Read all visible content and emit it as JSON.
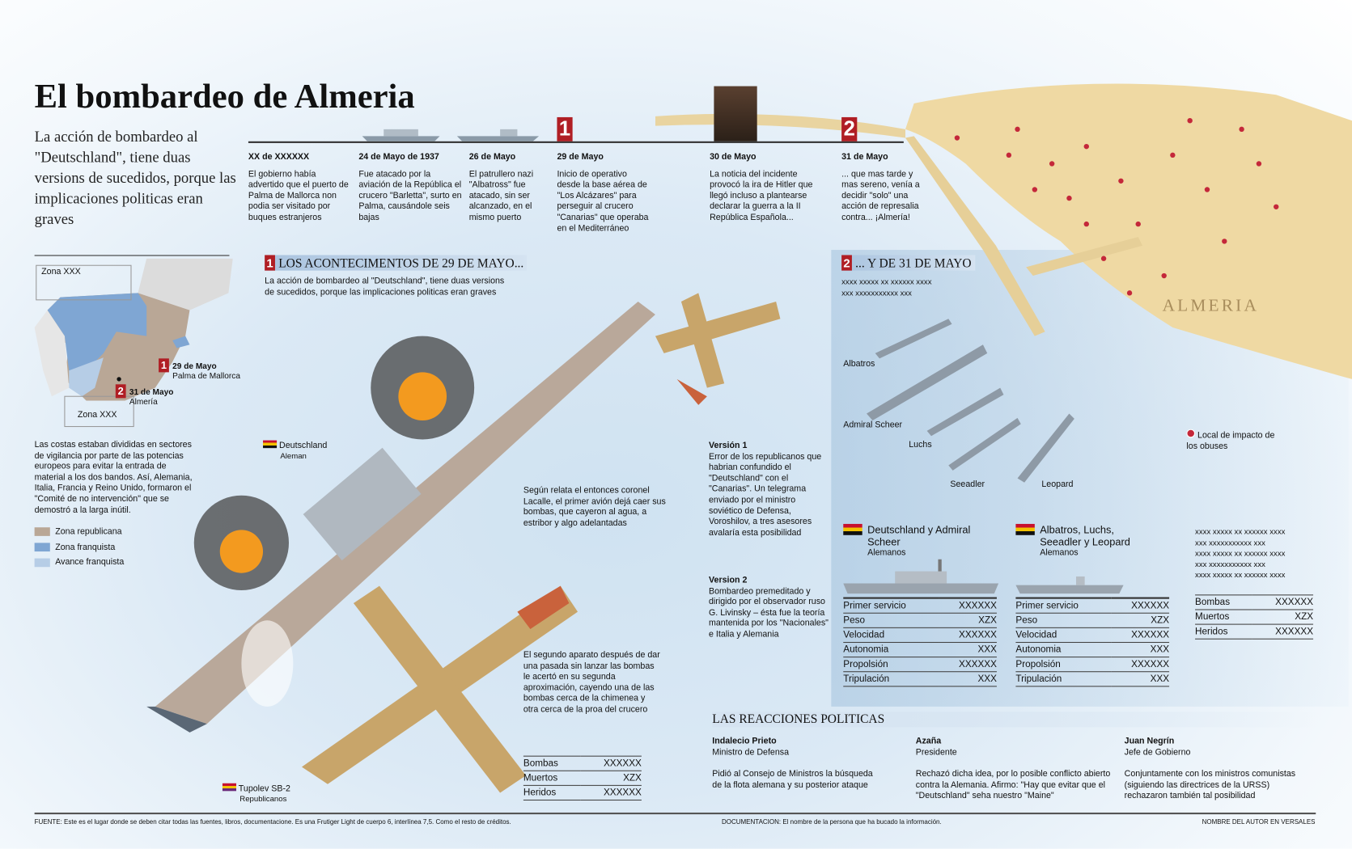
{
  "title": "El bombardeo de Almeria",
  "lead": "La acción de bombardeo al \"Deutschland\", tiene duas versions de sucedidos, porque las implicaciones politicas eran graves",
  "timeline": [
    {
      "date": "XX de XXXXXX",
      "text": "El gobierno había advertido que el puerto de Palma de Mallorca non podia ser visitado por buques estranjeros"
    },
    {
      "date": "24 de Mayo de 1937",
      "text": "Fue atacado por la aviación de la República el crucero \"Barletta\", surto en Palma, causándole seis bajas"
    },
    {
      "date": "26 de Mayo",
      "text": "El patrullero nazi \"Albatross\" fue atacado, sin ser alcanzado, en el mismo puerto"
    },
    {
      "date": "29 de Mayo",
      "marker": "1",
      "text": "Inicio de operativo desde la base aérea de \"Los Alcázares\" para perseguir al crucero \"Canarias\" que operaba en el Mediterráneo"
    },
    {
      "date": "30 de Mayo",
      "text": "La noticia del incidente provocó la ira de Hitler que llegó incluso a plantearse declarar la guerra a la II República Española..."
    },
    {
      "date": "31 de Mayo",
      "marker": "2",
      "text": "... que mas tarde y mas sereno, venía a decidir \"solo\" una acción de represalia contra... ¡Almería!"
    }
  ],
  "map": {
    "zone_top": "Zona XXX",
    "zone_bottom": "Zona XXX",
    "m1": {
      "num": "1",
      "date": "29 de Mayo",
      "place": "Palma de Mallorca"
    },
    "m2": {
      "num": "2",
      "date": "31 de Mayo",
      "place": "Almería"
    },
    "text": "Las costas estaban divididas en sectores de vigilancia por parte de las potencias europeos para evitar la entrada de material a los dos bandos. Así, Alemania, Italia, Francia y Reino Unido, formaron el \"Comité de no intervención\" que se demostró a la larga inútil.",
    "legend": [
      {
        "label": "Zona republicana",
        "color": "#b9a796"
      },
      {
        "label": "Zona franquista",
        "color": "#7fa6d3"
      },
      {
        "label": "Avance franquista",
        "color": "#b6cde6"
      }
    ]
  },
  "section1": {
    "num": "1",
    "title": "LOS ACONTECIMENTOS DE 29 DE MAYO...",
    "text": "La acción de bombardeo al \"Deutschland\", tiene duas versions de sucedidos, porque las implicaciones politicas eran graves"
  },
  "section2": {
    "num": "2",
    "title": "... Y DE 31 DE MAYO",
    "text": "xxxx xxxxx xx xxxxxx xxxx xxx xxxxxxxxxxx xxx"
  },
  "labels": {
    "deutschland": "Deutschland",
    "aleman": "Aleman",
    "tupolev": "Tupolev SB-2",
    "republicanos": "Republicanos",
    "albatros": "Albatros",
    "admiral": "Admiral Scheer",
    "luchs": "Luchs",
    "seeadler": "Seeadler",
    "leopard": "Leopard",
    "almeria": "ALMERIA",
    "impact": "Local de impacto de los obuses"
  },
  "narr1": "Según relata el entonces coronel Lacalle, el primer avión dejá caer sus bombas, que cayeron al agua, a estribor y algo adelantadas",
  "narr2": "El segundo aparato después de dar una pasada sin lanzar las bombas le acertó en su segunda aproximación, cayendo una de las bombas cerca de la chimenea y otra cerca de la proa del crucero",
  "v1": {
    "title": "Versión 1",
    "text": "Error de los republicanos que habrian confundido el \"Deutschland\" con el \"Canarias\". Un telegrama enviado por el ministro soviético de Defensa, Voroshilov, a tres asesores avalaría esta posibilidad"
  },
  "v2": {
    "title": "Version 2",
    "text": "Bombardeo premeditado y dirigido por el observador ruso G. Livinsky – ésta fue la teoría mantenida por los \"Nacionales\" e Italia y Alemania"
  },
  "casualties1": [
    {
      "k": "Bombas",
      "v": "XXXXXX"
    },
    {
      "k": "Muertos",
      "v": "XZX"
    },
    {
      "k": "Heridos",
      "v": "XXXXXX"
    }
  ],
  "ships1": {
    "name": "Deutschland y Admiral Scheer",
    "nat": "Alemanos",
    "rows": [
      {
        "k": "Primer servicio",
        "v": "XXXXXX"
      },
      {
        "k": "Peso",
        "v": "XZX"
      },
      {
        "k": "Velocidad",
        "v": "XXXXXX"
      },
      {
        "k": "Autonomia",
        "v": "XXX"
      },
      {
        "k": "Propolsión",
        "v": "XXXXXX"
      },
      {
        "k": "Tripulación",
        "v": "XXX"
      }
    ]
  },
  "ships2": {
    "name": "Albatros, Luchs, Seeadler y Leopard",
    "nat": "Alemanos",
    "rows": [
      {
        "k": "Primer servicio",
        "v": "XXXXXX"
      },
      {
        "k": "Peso",
        "v": "XZX"
      },
      {
        "k": "Velocidad",
        "v": "XXXXXX"
      },
      {
        "k": "Autonomia",
        "v": "XXX"
      },
      {
        "k": "Propolsión",
        "v": "XXXXXX"
      },
      {
        "k": "Tripulación",
        "v": "XXX"
      }
    ]
  },
  "side_text": [
    "xxxx xxxxx xx xxxxxx xxxx",
    "xxx xxxxxxxxxxx xxx",
    "xxxx xxxxx xx xxxxxx xxxx",
    "xxx xxxxxxxxxxx xxx",
    "xxxx xxxxx xx xxxxxx xxxx"
  ],
  "casualties2": [
    {
      "k": "Bombas",
      "v": "XXXXXX"
    },
    {
      "k": "Muertos",
      "v": "XZX"
    },
    {
      "k": "Heridos",
      "v": "XXXXXX"
    }
  ],
  "reactions": {
    "title": "LAS REACCIONES POLITICAS",
    "people": [
      {
        "name": "Indalecio Prieto",
        "role": "Ministro de Defensa",
        "text": "Pidió al Consejo de Ministros la búsqueda de la flota alemana y su posterior ataque"
      },
      {
        "name": "Azaña",
        "role": "Presidente",
        "text": "Rechazó dicha idea, por lo posible conflicto abierto contra la Alemania. Afirmo: \"Hay que evitar que el \"Deutschland\" seha nuestro \"Maine\""
      },
      {
        "name": "Juan Negrín",
        "role": "Jefe de Gobierno",
        "text": "Conjuntamente con los ministros comunistas (siguiendo las directrices de la URSS) rechazaron también tal posibilidad"
      }
    ]
  },
  "footer": {
    "source": "FUENTE: Este es el lugar donde se deben citar todas las fuentes, libros, documentacione. Es una Frutiger Light de cuerpo 6, interlínea 7,5. Como el resto de créditos.",
    "doc": "DOCUMENTACION: El nombre de la persona que ha bucado la información.",
    "author": "NOMBRE DEL AUTOR EN VERSALES"
  },
  "colors": {
    "accent": "#b01e24",
    "land": "#efd9a3"
  }
}
